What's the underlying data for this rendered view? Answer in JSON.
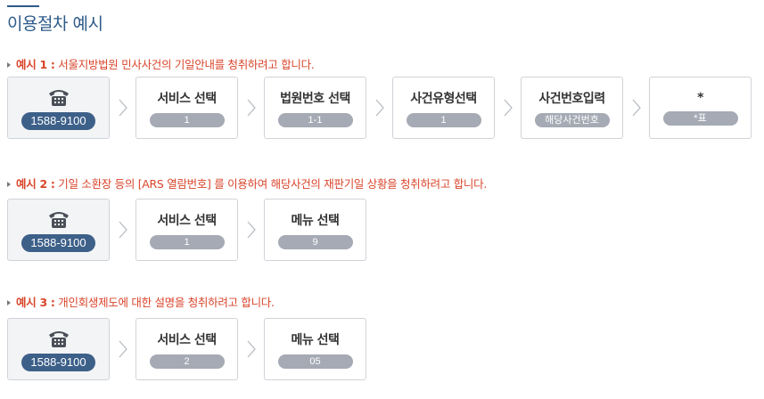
{
  "page_title": "이용절차 예시",
  "examples": [
    {
      "key": "예시 1 :",
      "desc": "서울지방법원 민사사건의 기일안내를 청취하려고 합니다.",
      "phone": "1588-9100",
      "steps": [
        {
          "title": "서비스 선택",
          "value": "1"
        },
        {
          "title": "법원번호 선택",
          "value": "1-1"
        },
        {
          "title": "사건유형선택",
          "value": "1"
        },
        {
          "title": "사건번호입력",
          "value": "해당사건번호"
        },
        {
          "title": "*",
          "value": "*표"
        }
      ]
    },
    {
      "key": "예시 2 :",
      "desc": "기일 소환장 등의 [ARS 열람번호] 를 이용하여 해당사건의 재판기일 상황을 청취하려고 합니다.",
      "phone": "1588-9100",
      "steps": [
        {
          "title": "서비스 선택",
          "value": "1"
        },
        {
          "title": "메뉴 선택",
          "value": "9"
        }
      ]
    },
    {
      "key": "예시 3 :",
      "desc": "개인회생제도에 대한 설명을 청취하려고 합니다.",
      "phone": "1588-9100",
      "steps": [
        {
          "title": "서비스 선택",
          "value": "2"
        },
        {
          "title": "메뉴 선택",
          "value": "05"
        }
      ]
    }
  ],
  "icons": {
    "phone": "telephone-icon",
    "arrow": "chevron-right-icon"
  },
  "colors": {
    "title": "#2e5a88",
    "accent": "#d9452b",
    "phone_pill": "#3d6089",
    "value_pill": "#a5aab4"
  }
}
